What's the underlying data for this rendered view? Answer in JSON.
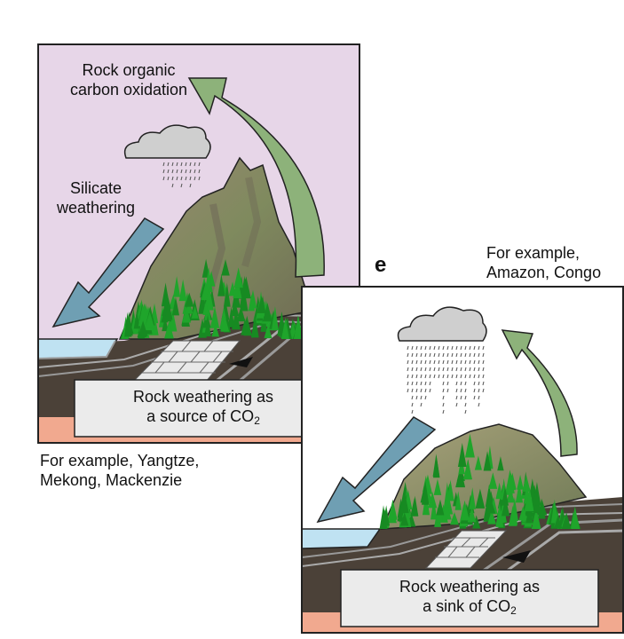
{
  "panel_d": {
    "label_oxidation_line1": "Rock organic",
    "label_oxidation_line2": "carbon oxidation",
    "label_silicate_line1": "Silicate",
    "label_silicate_line2": "weathering",
    "box_line1": "Rock weathering as",
    "box_line2_prefix": "a source of CO",
    "box_line2_sub": "2",
    "example_line1": "For example, Yangtze,",
    "example_line2": "Mekong, Mackenzie"
  },
  "panel_e": {
    "letter": "e",
    "example_line1": "For example,",
    "example_line2": "Amazon, Congo",
    "box_line1": "Rock weathering as",
    "box_line2_prefix": "a sink of CO",
    "box_line2_sub": "2"
  },
  "colors": {
    "sky_d": "#e7d6e8",
    "sky_e": "#ffffff",
    "ground": "#4b4138",
    "mantle": "#f1a98f",
    "water": "#bfe2f2",
    "forest": "#1fa52b",
    "mountain": "#8c7a66",
    "green_arrow": "#8db27a",
    "blue_arrow": "#6f9fb3",
    "cloud": "#cfcfcf"
  }
}
